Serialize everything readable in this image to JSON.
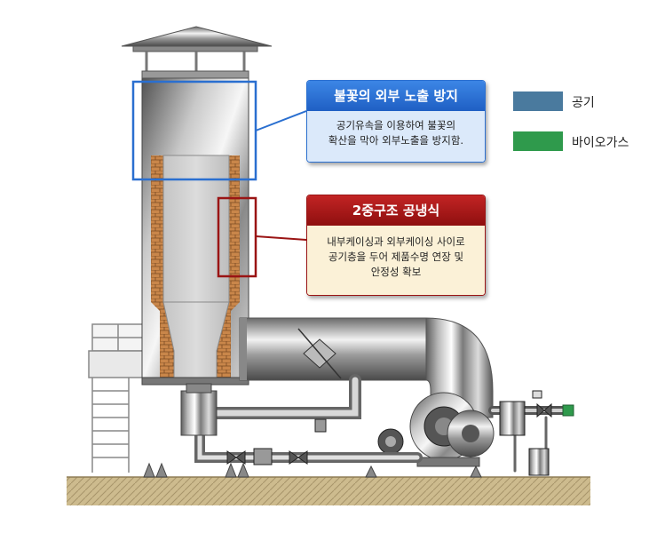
{
  "callouts": {
    "flame_prevention": {
      "title": "불꽃의 외부 노출 방지",
      "line1": "공기유속을 이용하여 불꽃의",
      "line2": "확산을 막아 외부노출을 방지함.",
      "color": "#2a6fd0"
    },
    "double_structure": {
      "title": "2중구조 공냉식",
      "line1": "내부케이싱과 외부케이싱 사이로",
      "line2": "공기층을 두어 제품수명 연장 및",
      "line3": "안정성 확보",
      "color": "#9a1414"
    }
  },
  "legend": [
    {
      "label": "공기",
      "color": "#4a7a9e"
    },
    {
      "label": "바이오가스",
      "color": "#2f9a4c"
    }
  ]
}
